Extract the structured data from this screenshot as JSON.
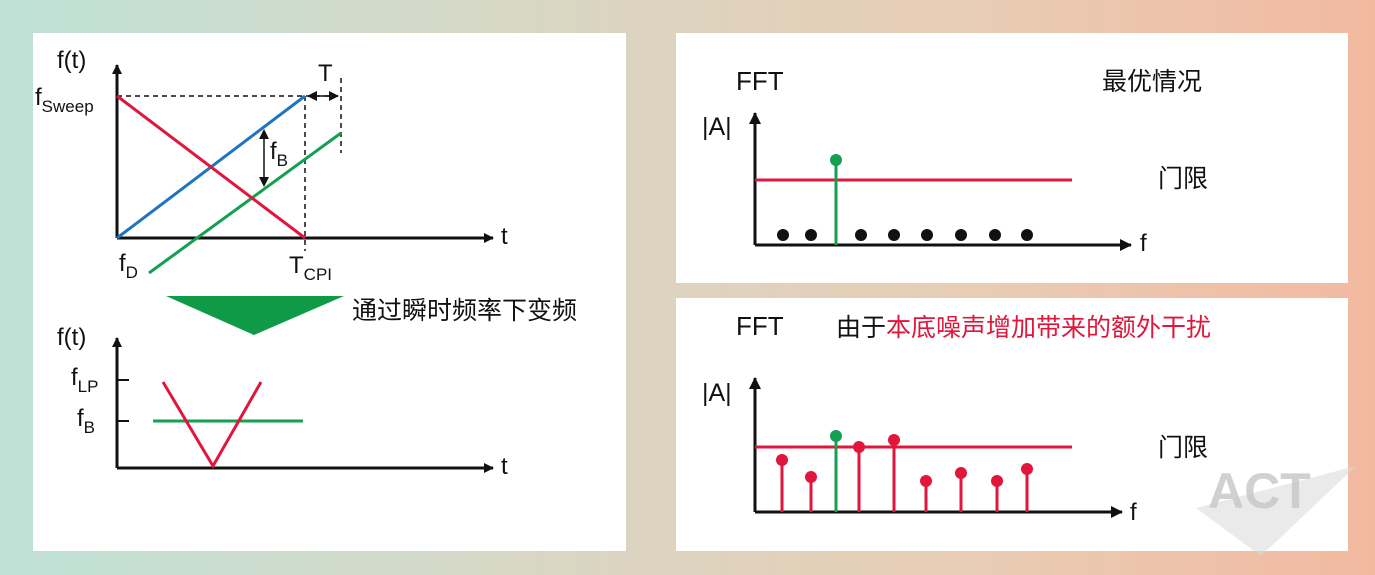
{
  "left": {
    "top_chart": {
      "y_axis_label": "f(t)",
      "x_axis_label": "t",
      "f_sweep": {
        "base": "f",
        "sub": "Sweep"
      },
      "f_d": {
        "base": "f",
        "sub": "D"
      },
      "t_cpi": {
        "base": "T",
        "sub": "CPI"
      },
      "t_label": "T",
      "f_b": {
        "base": "f",
        "sub": "B"
      }
    },
    "arrow_caption": "通过瞬时频率下变频",
    "bottom_chart": {
      "y_axis_label": "f(t)",
      "x_axis_label": "t",
      "f_lp": {
        "base": "f",
        "sub": "LP"
      },
      "f_b": {
        "base": "f",
        "sub": "B"
      }
    }
  },
  "top_right": {
    "fft_label": "FFT",
    "scenario_title": "最优情况",
    "amplitude_label": "|A|",
    "threshold_label": "门限",
    "x_axis_label": "f"
  },
  "bottom_right": {
    "fft_label": "FFT",
    "title_prefix": "由于",
    "title_highlight": "本底噪声增加带来的额外干扰",
    "amplitude_label": "|A|",
    "threshold_label": "门限",
    "x_axis_label": "f"
  },
  "watermark": "ACT",
  "colors": {
    "red": "#e0163c",
    "blue": "#1f73c0",
    "green": "#13a050",
    "dark_green": "#0f9a47",
    "axis": "#111111",
    "watermark": "#cfcfcf"
  }
}
